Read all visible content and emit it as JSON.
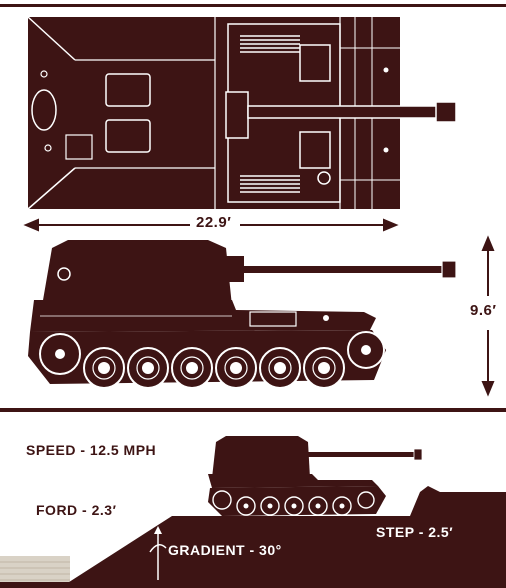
{
  "colors": {
    "ink": "#3d1414",
    "paper": "#ffffff",
    "hatch": "#d9d2c6"
  },
  "dimensions": {
    "length": "22.9′",
    "height": "9.6′"
  },
  "performance": {
    "speed": "SPEED - 12.5 MPH",
    "ford": "FORD - 2.3′",
    "step": "STEP - 2.5′",
    "gradient": "GRADIENT - 30°"
  }
}
